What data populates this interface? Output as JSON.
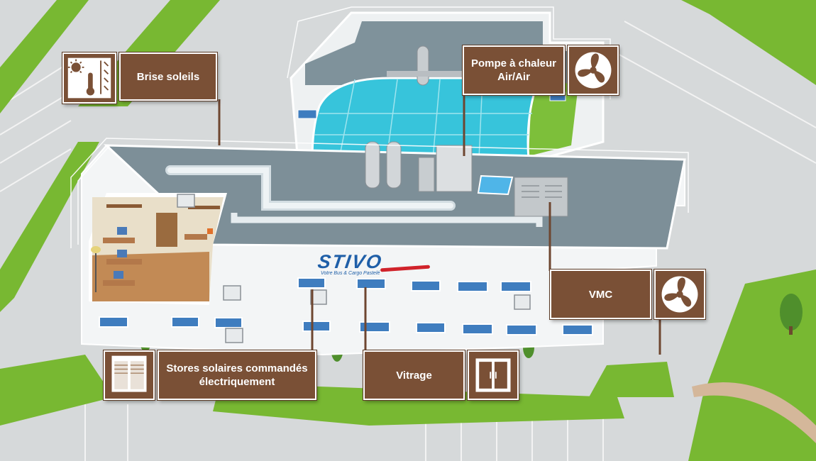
{
  "brand": {
    "logo_text": "STIVO",
    "tagline": "Votre Bus & Cargo Pastelé"
  },
  "callouts": [
    {
      "id": "brise-soleils",
      "label": "Brise soleils",
      "icon": "sun-thermometer-icon"
    },
    {
      "id": "pompe-chaleur",
      "label": "Pompe à chaleur Air/Air",
      "icon": "fan-icon"
    },
    {
      "id": "vmc",
      "label": "VMC",
      "icon": "fan-icon"
    },
    {
      "id": "stores-solaires",
      "label": "Stores solaires commandés électriquement",
      "icon": "window-shutter-icon"
    },
    {
      "id": "vitrage",
      "label": "Vitrage",
      "icon": "window-double-pane-icon"
    }
  ],
  "colors": {
    "callout_bg": "#7a5036",
    "callout_text": "#ffffff",
    "grass": "#78b832",
    "roof": "#7d8f98",
    "glass_roof": "#35c6dc",
    "facade": "#f3f5f6",
    "window": "#3f7dbf",
    "brand_blue": "#1f5fa8",
    "brand_red": "#d0222a"
  }
}
